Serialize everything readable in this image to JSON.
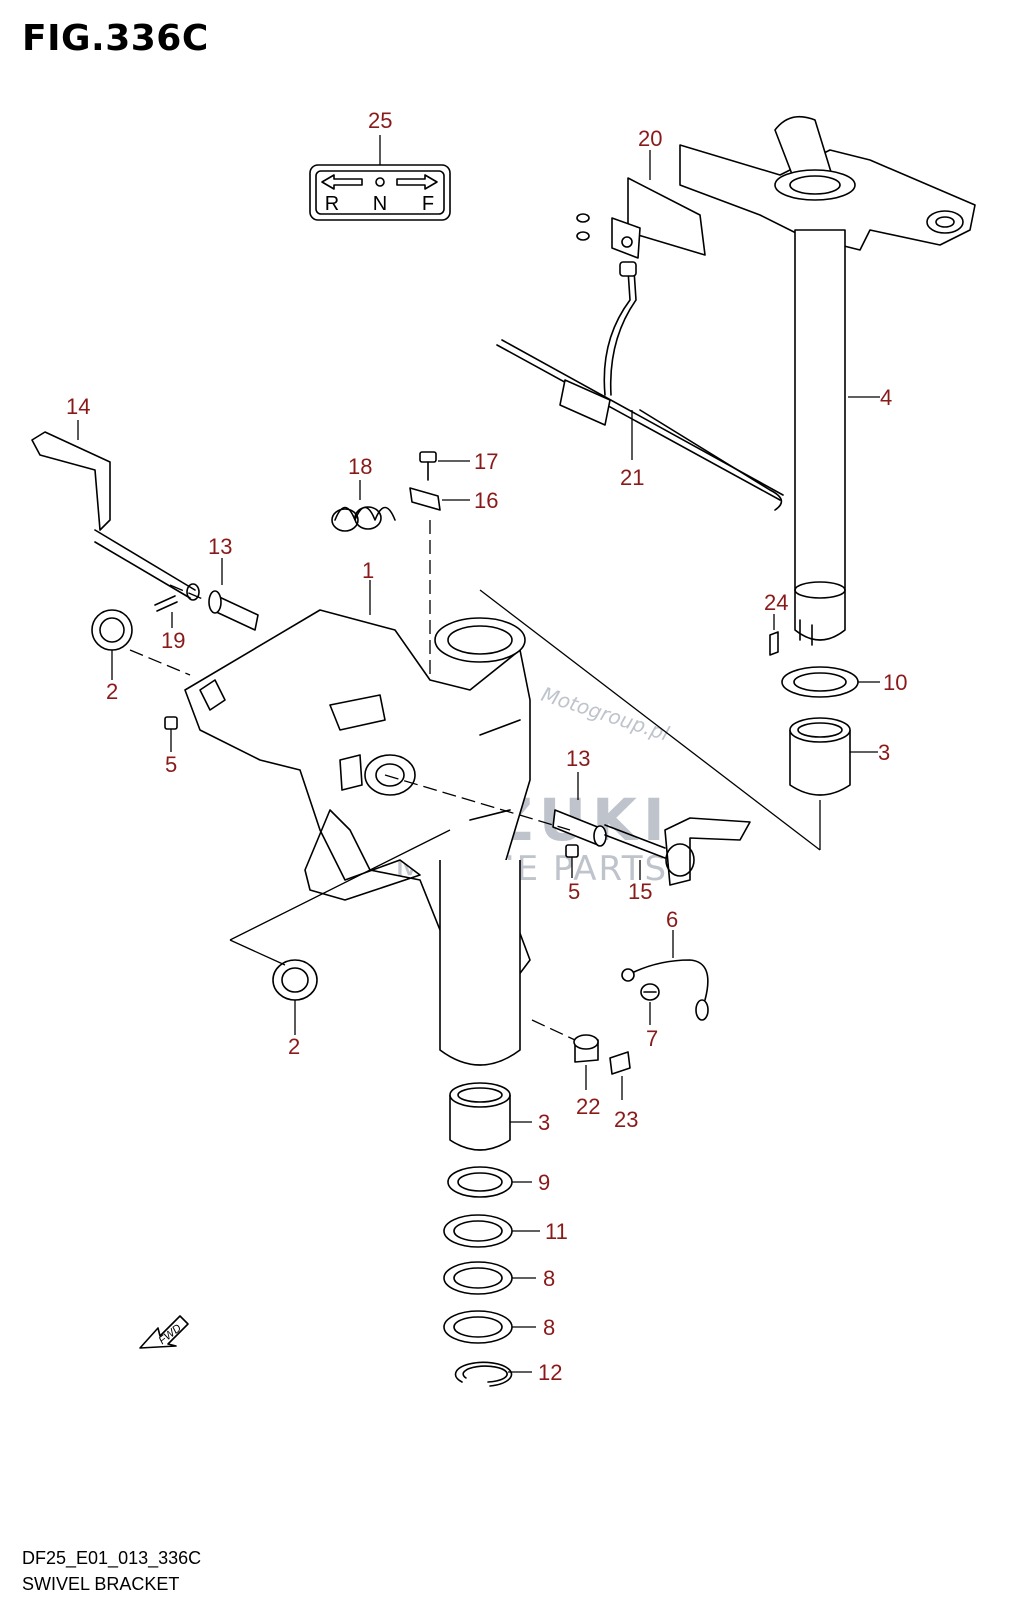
{
  "figure": {
    "title": "FIG.336C",
    "code": "DF25_E01_013_336C",
    "caption": "SWIVEL BRACKET"
  },
  "label_plate": {
    "left": "R",
    "center": "N",
    "right": "F"
  },
  "fwd_marker": "FWD",
  "watermarks": {
    "top": "Motogroup.pl",
    "brand": "SUZUKI",
    "sub": "MARINE PARTS"
  },
  "callouts": {
    "c25": "25",
    "c20": "20",
    "c4": "4",
    "c14": "14",
    "c18": "18",
    "c17": "17",
    "c16": "16",
    "c21": "21",
    "c13a": "13",
    "c13b": "13",
    "c19": "19",
    "c1": "1",
    "c24": "24",
    "c2a": "2",
    "c2b": "2",
    "c10": "10",
    "c3a": "3",
    "c3b": "3",
    "c5a": "5",
    "c5b": "5",
    "c15": "15",
    "c6": "6",
    "c7": "7",
    "c22": "22",
    "c23": "23",
    "c9": "9",
    "c11": "11",
    "c8a": "8",
    "c8b": "8",
    "c12": "12"
  },
  "colors": {
    "callout": "#8a1a1a",
    "line": "#000000",
    "watermark": "#bfc4cc"
  }
}
